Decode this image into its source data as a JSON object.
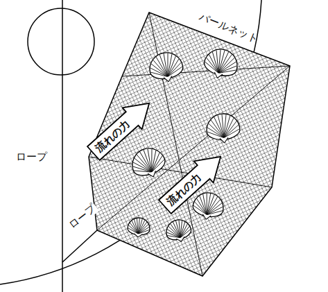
{
  "diagram": {
    "nodes": [
      {
        "text": [
          "流れの力"
        ]
      },
      {
        "text": [
          "流れの力"
        ]
      }
    ],
    "labels": [
      "パールネット",
      "ロープ",
      "ロープ"
    ]
  }
}
